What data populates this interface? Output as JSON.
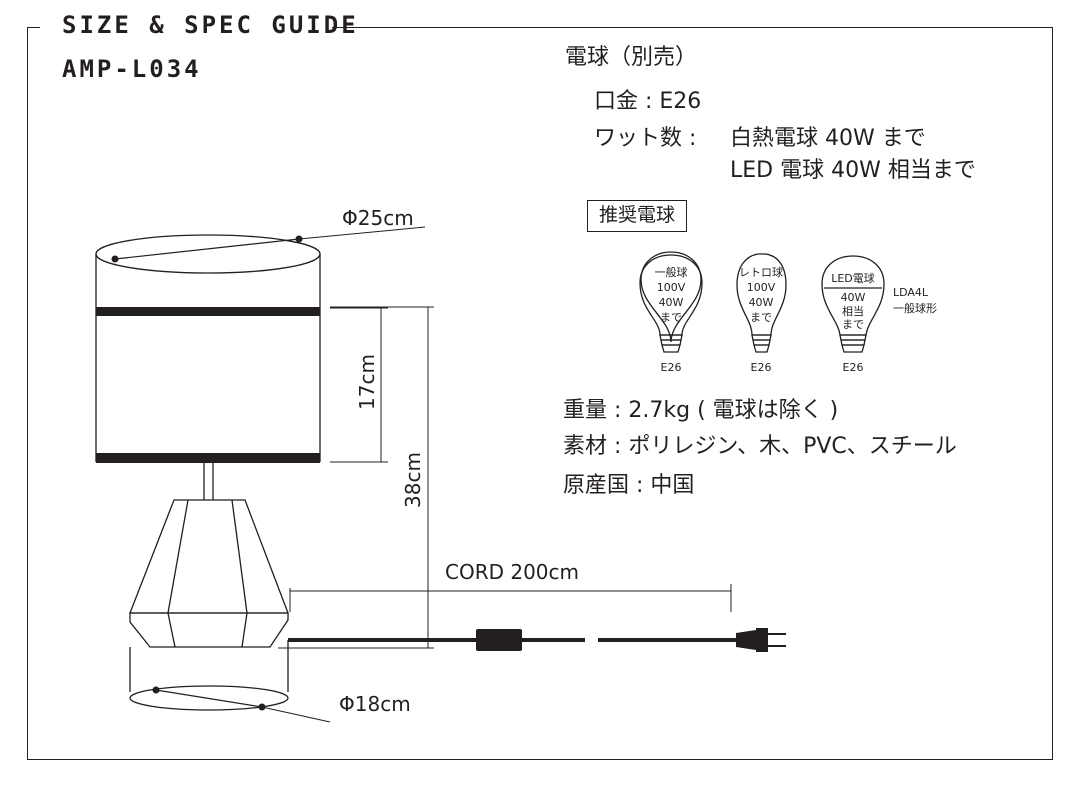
{
  "header": {
    "title": "SIZE & SPEC GUIDE",
    "model": "AMP-L034"
  },
  "bulb_spec": {
    "heading": "電球（別売）",
    "socket": "口金 : E26",
    "wattage_label": "ワット数 :",
    "wattage_line1": "白熱電球 40W まで",
    "wattage_line2": "LED 電球 40W 相当まで"
  },
  "recommended": {
    "label": "推奨電球",
    "bulbs": [
      {
        "lines": [
          "一般球",
          "100V",
          "40W",
          "まで"
        ],
        "socket": "E26"
      },
      {
        "lines": [
          "レトロ球",
          "100V",
          "40W",
          "まで"
        ],
        "socket": "E26"
      },
      {
        "lines": [
          "LED電球",
          "40W",
          "相当",
          "まで"
        ],
        "socket": "E26"
      }
    ],
    "led_note_line1": "LDA4L",
    "led_note_line2": "一般球形"
  },
  "specs": {
    "weight": "重量 : 2.7kg ( 電球は除く )",
    "material": "素材 : ポリレジン、木、PVC、スチール",
    "origin": "原産国 : 中国"
  },
  "dimensions": {
    "shade_diameter": "Φ25cm",
    "shade_height": "17cm",
    "total_height": "38cm",
    "cord_length": "CORD 200cm",
    "base_diameter": "Φ18cm"
  },
  "colors": {
    "ink": "#231f20",
    "background": "#ffffff"
  }
}
